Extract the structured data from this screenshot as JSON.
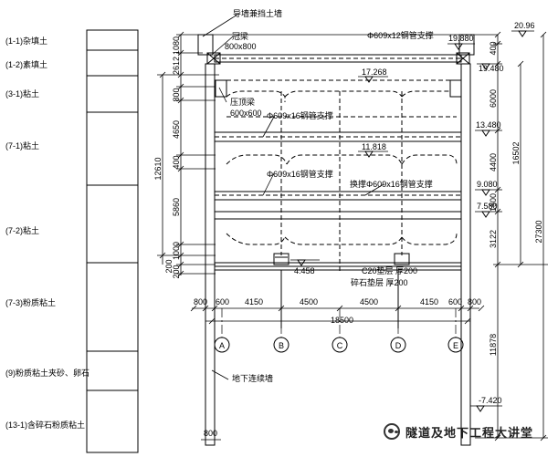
{
  "soil_layers": [
    {
      "label": "(1-1)杂填土"
    },
    {
      "label": "(1-2)素填土"
    },
    {
      "label": "(3-1)粘土"
    },
    {
      "label": "(7-1)粘土"
    },
    {
      "label": "(7-2)粘土"
    },
    {
      "label": "(7-3)粉质粘土"
    },
    {
      "label": "(9)粉质粘土夹砂、卵石"
    },
    {
      "label": "(13-1)含碎石粉质粘土"
    }
  ],
  "annotations": {
    "guide_wall": "导墙兼挡土墙",
    "crown_beam": "冠梁",
    "crown_beam_size": "800x800",
    "strut_top": "Φ609x12钢管支撑",
    "waling": "压顶梁",
    "waling_size": "600x600",
    "strut_2": "Φ609x16钢管支撑",
    "strut_3": "Φ609x16钢管支撑",
    "strut_replace": "换撑Φ609x16钢管支撑",
    "cushion": "C20垫层  厚200",
    "gravel": "碎石垫层  厚200",
    "diaphragm_wall": "地下连续墙"
  },
  "elevations": {
    "top_ground": "20.96",
    "e1": "19.880",
    "e2": "19.480",
    "e3": "17.268",
    "e4": "13.480",
    "e5": "11.818",
    "e6": "9.080",
    "e7": "7.580",
    "e8": "4.458",
    "e9": "-7.420"
  },
  "left_dims": {
    "d1": "1080",
    "d2": "2612",
    "d3": "800",
    "d4": "4650",
    "d5": "400",
    "d6": "5860",
    "d7": "1000",
    "d8": "200",
    "d9": "200",
    "total": "12610"
  },
  "right_dims": {
    "r1": "400",
    "r2": "6000",
    "r3": "4400",
    "r4": "1500",
    "r5": "3122",
    "r6": "16502",
    "r7": "27300",
    "r8": "11878"
  },
  "bottom_dims": {
    "b1": "800",
    "b2": "600",
    "b3": "4150",
    "b4": "4500",
    "b5": "4500",
    "b6": "4150",
    "b7": "600",
    "b8": "800",
    "total": "18500",
    "wall_width": "800"
  },
  "axes": [
    "A",
    "B",
    "C",
    "D",
    "E"
  ],
  "watermark": "隧道及地下工程大讲堂"
}
